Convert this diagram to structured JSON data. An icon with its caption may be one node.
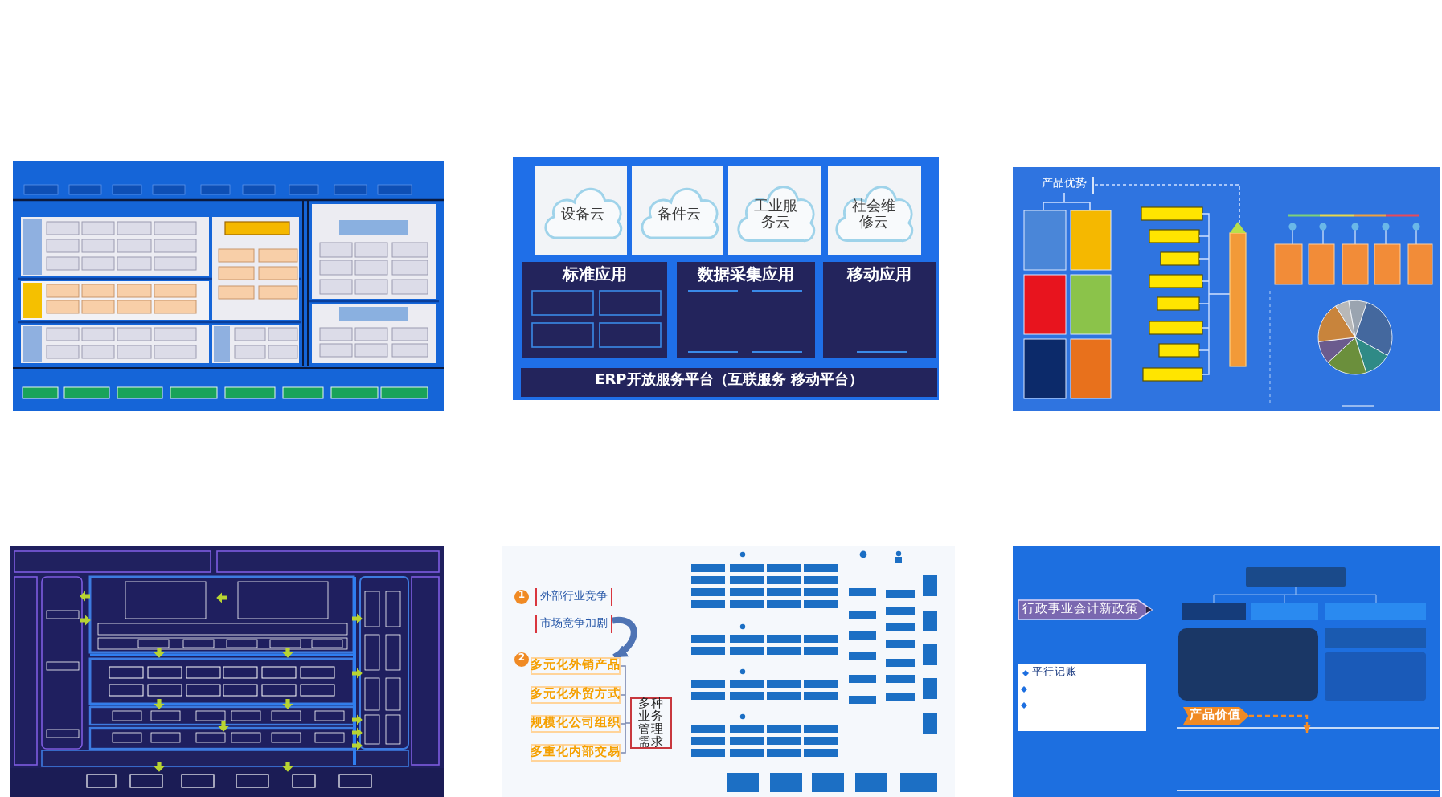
{
  "diagram": {
    "nodes": [
      {
        "text": [],
        "shape": "picture"
      },
      {
        "text": [],
        "shape": "picture"
      },
      {
        "text": [
          "设备云"
        ],
        "in": 1
      },
      {
        "text": [
          "备件云"
        ],
        "in": 1
      },
      {
        "text": [
          "工业服务云"
        ],
        "in": 1
      },
      {
        "text": [
          "社会维修云"
        ],
        "in": 1
      },
      {
        "text": [
          "标准应用"
        ],
        "in": 1
      },
      {
        "text": [
          "数据采集应用"
        ],
        "in": 1
      },
      {
        "text": [
          "移动应用"
        ],
        "in": 1
      },
      {
        "text": [
          "ERP开放服务平台（互联服务 移动平台）"
        ],
        "in": 1
      },
      {
        "text": [],
        "shape": "picture"
      },
      {
        "text": [
          "产品优势"
        ],
        "in": 10
      },
      {
        "text": [],
        "shape": "picture"
      },
      {
        "text": [],
        "shape": "picture"
      },
      {
        "text": [
          "1"
        ],
        "in": 13
      },
      {
        "text": [
          "外部行业竞争"
        ],
        "in": 13
      },
      {
        "text": [
          "市场竞争加剧"
        ],
        "in": 13
      },
      {
        "text": [
          "2"
        ],
        "in": 13
      },
      {
        "text": [
          "多元化外销产品"
        ],
        "in": 13
      },
      {
        "text": [
          "多元化外贸方式"
        ],
        "in": 13
      },
      {
        "text": [
          "规模化公司组织"
        ],
        "in": 13
      },
      {
        "text": [
          "多重化内部交易"
        ],
        "in": 13
      },
      {
        "text": [
          "多种业务管理需求"
        ],
        "in": 13
      },
      {
        "text": [],
        "shape": "picture"
      },
      {
        "text": [
          "行政事业会计新政策"
        ],
        "in": 23
      },
      {
        "text": [
          "平行记账"
        ],
        "in": 23
      },
      {
        "text": [
          "产品价值"
        ],
        "in": 23
      }
    ],
    "edges": [
      {
        "from": 16,
        "to": 18,
        "arrow": "to",
        "style": "thick",
        "color": "#4f74b4"
      },
      {
        "from": 26,
        "to": null,
        "arrow": "to",
        "style": "dashed",
        "color": "#f28c28"
      }
    ]
  }
}
